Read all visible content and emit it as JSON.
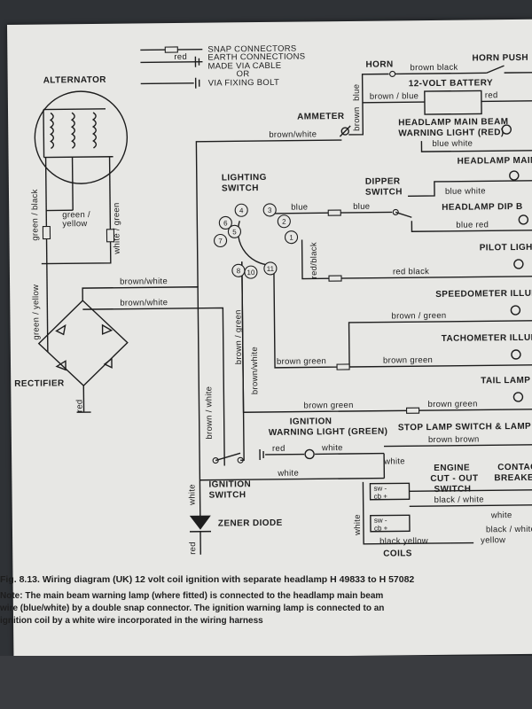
{
  "legend": {
    "snap": "SNAP CONNECTORS",
    "earth_cable": "EARTH CONNECTIONS",
    "made_via": "MADE VIA CABLE",
    "or": "OR",
    "fixing": "VIA FIXING BOLT",
    "red": "red"
  },
  "components": {
    "alternator": "ALTERNATOR",
    "rectifier": "RECTIFIER",
    "horn": "HORN",
    "horn_push": "HORN PUSH",
    "battery": "12-VOLT BATTERY",
    "ammeter": "AMMETER",
    "hl_main_beam_warn_1": "HEADLAMP MAIN BEAM",
    "hl_main_beam_warn_2": "WARNING LIGHT (RED)",
    "hl_main": "HEADLAMP MAIN B",
    "hl_dip": "HEADLAMP DIP B",
    "pilot": "PILOT LIGHT",
    "speedo": "SPEEDOMETER ILLUMI",
    "tacho": "TACHOMETER ILLUMI",
    "tail": "TAIL LAMP",
    "stop": "STOP LAMP SWITCH & LAMP",
    "lighting_switch_1": "LIGHTING",
    "lighting_switch_2": "SWITCH",
    "dipper_1": "DIPPER",
    "dipper_2": "SWITCH",
    "ign_warn_1": "IGNITION",
    "ign_warn_2": "WARNING LIGHT (GREEN)",
    "ign_switch_1": "IGNITION",
    "ign_switch_2": "SWITCH",
    "zener": "ZENER DIODE",
    "engine_1": "ENGINE",
    "engine_2": "CUT - OUT",
    "engine_3": "SWITCH",
    "contact_1": "CONTACT",
    "contact_2": "BREAKERS",
    "coils": "COILS",
    "sw": "sw -",
    "cb": "cb +"
  },
  "wires": {
    "brown_white": "brown/white",
    "brown_blue": "brown / blue",
    "brown_black": "brown  black",
    "red": "red",
    "blue": "blue",
    "blue_white": "blue  white",
    "blue_red": "blue  red",
    "red_black": "red  black",
    "red_black_v": "red/black",
    "brown_green": "brown / green",
    "brown_green2": "brown  green",
    "brown_green_v": "brown / green",
    "brown_green_v2": "brown / green",
    "brown_white_v": "brown / white",
    "brown_white_v2": "brown/white",
    "green_black": "green / black",
    "green_yellow": "green /",
    "green_yellow_2": "yellow",
    "white_green": "white / green",
    "green_yellow_v": "green / yellow",
    "white": "white",
    "red_white": "red",
    "black_white": "black / white",
    "black_yellow": "black  yellow",
    "yellow": "yellow",
    "black_white2": "black / white",
    "brown_brown": "brown    brown",
    "blue_v": "blue",
    "brown_v": "brown",
    "red_v": "red",
    "white_v": "white",
    "red_v2": "red"
  },
  "terminals": [
    "1",
    "2",
    "3",
    "4",
    "5",
    "6",
    "7",
    "8",
    "10",
    "11"
  ],
  "caption": "Fig. 8.13. Wiring diagram (UK) 12 volt coil ignition with separate headlamp H 49833 to H 57082",
  "note": {
    "line1": "Note: The main beam warning lamp (where fitted) is connected to the headlamp main beam",
    "line2": "wire (blue/white) by a double snap connector. The ignition warning lamp is connected to an",
    "line3": "ignition coil by a white wire incorporated in the wiring harness"
  }
}
